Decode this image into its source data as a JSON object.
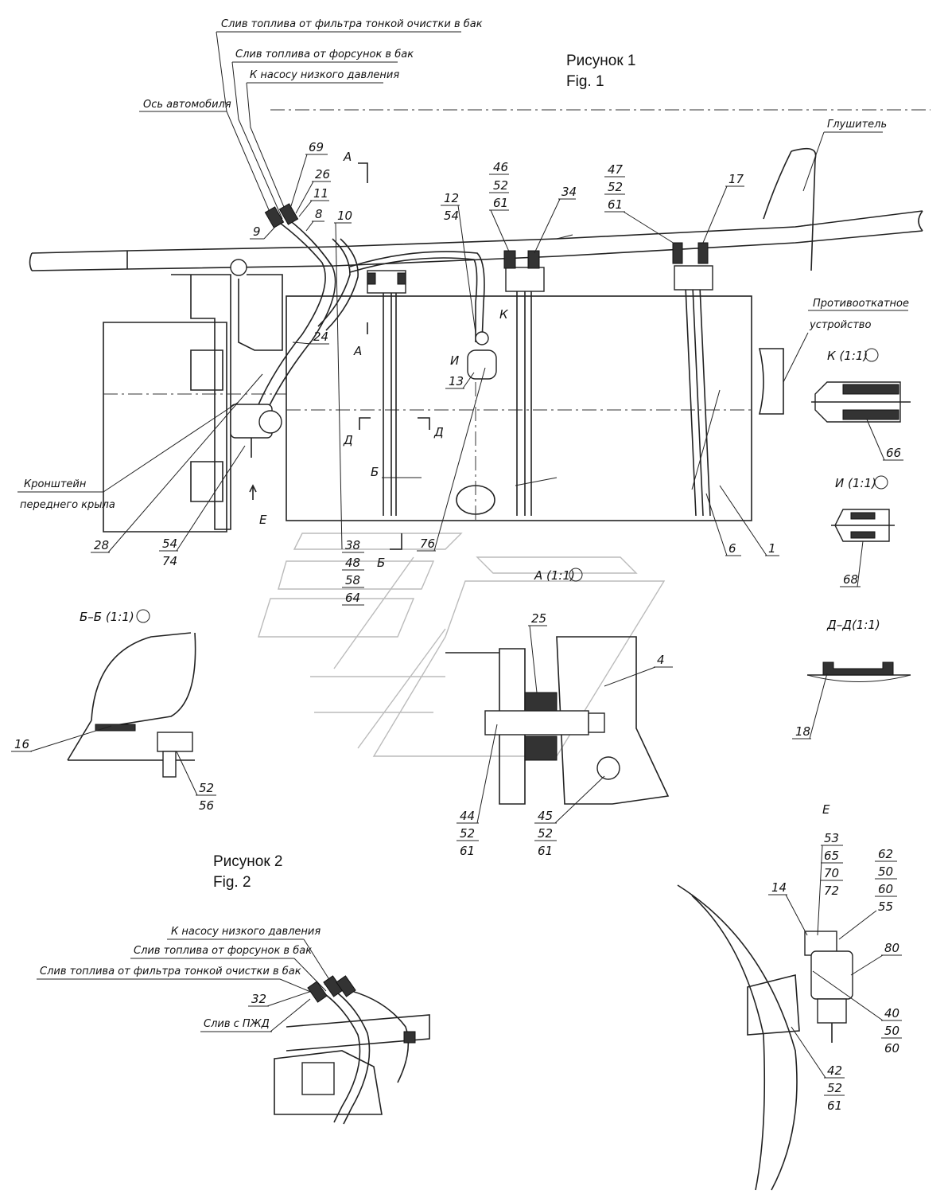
{
  "figures": {
    "fig1": {
      "ru": "Рисунок 1",
      "en": "Fig. 1"
    },
    "fig2": {
      "ru": "Рисунок 2",
      "en": "Fig. 2"
    }
  },
  "labels": {
    "drain_fine_filter": "Слив топлива от фильтра тонкой очистки в бак",
    "drain_injectors": "Слив топлива от форсунок в бак",
    "to_lp_pump": "К насосу низкого давления",
    "vehicle_axis": "Ось автомобиля",
    "muffler": "Глушитель",
    "anti_roll_line1": "Противооткатное",
    "anti_roll_line2": "устройство",
    "fender_bracket_line1": "Кронштейн",
    "fender_bracket_line2": "переднего крыла",
    "drain_pzhd": "Слив с ПЖД",
    "fig2_to_lp_pump": "К насосу низкого давления",
    "fig2_drain_injectors": "Слив топлива от форсунок в бак",
    "fig2_drain_fine_filter": "Слив топлива от фильтра тонкой очистки в бак"
  },
  "views": {
    "K": "К (1:1)",
    "I": "И (1:1)",
    "DD": "Д–Д(1:1)",
    "A": "А (1:1)",
    "BB": "Б–Б (1:1)",
    "E": "Е",
    "mark_A_top": "А",
    "mark_A_mid": "А",
    "mark_D_left": "Д",
    "mark_D_right": "Д",
    "mark_B_upper": "Б",
    "mark_B_lower": "Б",
    "mark_E": "Е",
    "mark_K": "К",
    "mark_I": "И"
  },
  "callouts": {
    "c69": "69",
    "c26": "26",
    "c11": "11",
    "c8": "8",
    "c9": "9",
    "c10": "10",
    "c46": "46",
    "c52a": "52",
    "c61a": "61",
    "c12": "12",
    "c54a": "54",
    "c34": "34",
    "c47": "47",
    "c52b": "52",
    "c61b": "61",
    "c17": "17",
    "c24": "24",
    "c13": "13",
    "c28": "28",
    "c54b": "54",
    "c74": "74",
    "c38": "38",
    "c48": "48",
    "c58": "58",
    "c64": "64",
    "c76": "76",
    "c6": "6",
    "c1": "1",
    "c66": "66",
    "c68": "68",
    "c18": "18",
    "c25": "25",
    "c4": "4",
    "c44": "44",
    "c52c": "52",
    "c61c": "61",
    "c45": "45",
    "c52d": "52",
    "c61d": "61",
    "c16": "16",
    "c52e": "52",
    "c56": "56",
    "c53": "53",
    "c65": "65",
    "c70": "70",
    "c72": "72",
    "c62": "62",
    "c50a": "50",
    "c60a": "60",
    "c55": "55",
    "c14": "14",
    "c80": "80",
    "c40": "40",
    "c50b": "50",
    "c60b": "60",
    "c42": "42",
    "c52f": "52",
    "c61e": "61",
    "c32": "32"
  }
}
